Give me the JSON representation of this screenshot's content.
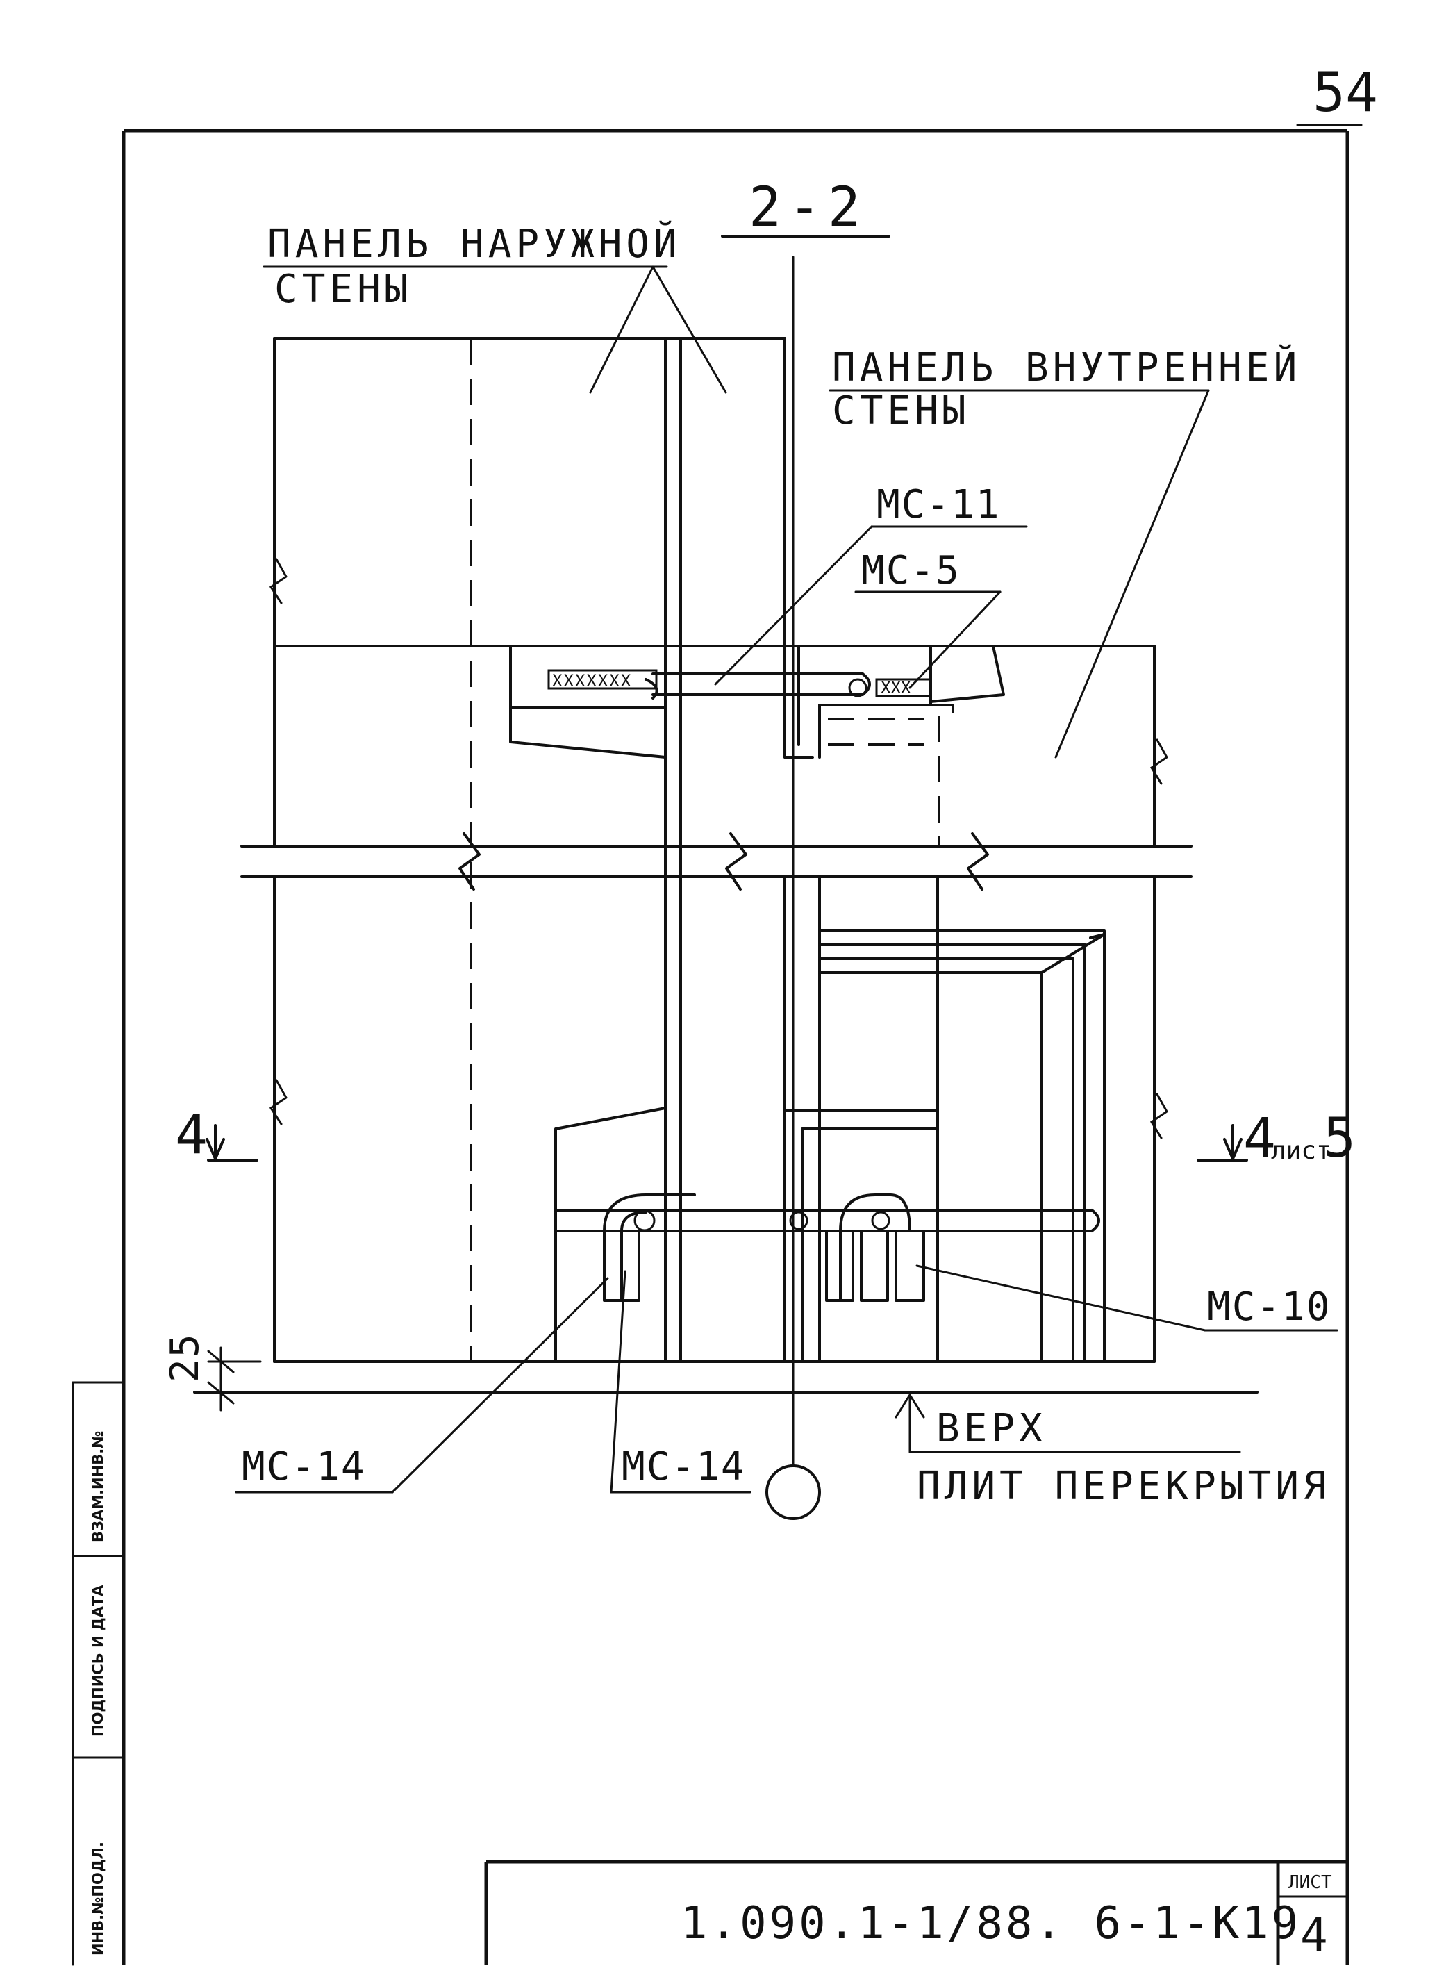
{
  "page_number": "54",
  "section_mark": "2-2",
  "labels": {
    "outer_wall_line1": "ПАНЕЛЬ НАРУЖНОЙ",
    "outer_wall_line2": "СТЕНЫ",
    "inner_wall_line1": "ПАНЕЛЬ ВНУТРЕННЕЙ",
    "inner_wall_line2": "СТЕНЫ",
    "mc11": "МС-11",
    "mc5": "МС-5",
    "mc10": "МС-10",
    "mc14_left": "МС-14",
    "mc14_right": "МС-14",
    "slab_top_line1": "ВЕРХ",
    "slab_top_line2": "ПЛИТ ПЕРЕКРЫТИЯ",
    "dimension_25": "25",
    "section_left_num": "4",
    "section_right_num": "4",
    "section_right_ref": "лист",
    "section_right_sheet": "5"
  },
  "side_stamp": {
    "inv_podl": "ИНВ.№ПОДЛ.",
    "podpis_data": "ПОДПИСЬ И ДАТА",
    "vzam_inv": "ВЗАМ.ИНВ.№"
  },
  "title_block": {
    "document_code": "1.090.1-1/88. 6-1-К19",
    "sheet_label": "ЛИСТ",
    "sheet_number": "4"
  }
}
